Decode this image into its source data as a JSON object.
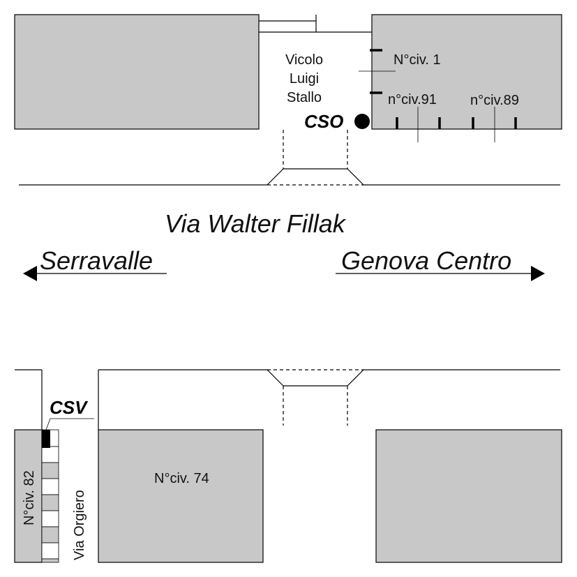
{
  "labels": {
    "vicolo_line1": "Vicolo",
    "vicolo_line2": "Luigi",
    "vicolo_line3": "Stallo",
    "civ_1": "N°civ. 1",
    "civ_91": "n°civ.91",
    "civ_89": "n°civ.89",
    "cso": "CSO",
    "main_street": "Via Walter Fillak",
    "dir_left": "Serravalle",
    "dir_right": "Genova Centro",
    "csv": "CSV",
    "civ_82": "N°civ. 82",
    "via_orgiero": "Via Orgiero",
    "civ_74": "N°civ. 74"
  },
  "colors": {
    "building": "#c8c8c8",
    "ink": "#000000"
  }
}
